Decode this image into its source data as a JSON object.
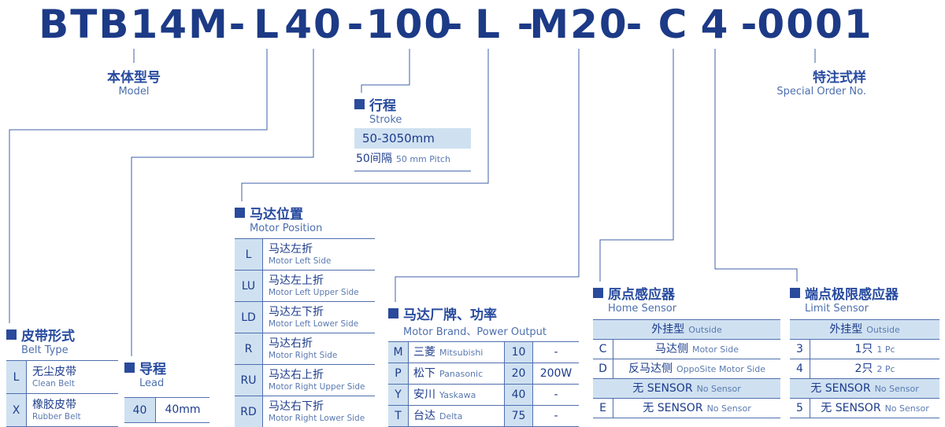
{
  "colors": {
    "primary_blue": "#1c3a86",
    "cell_blue": "#cfe1f1",
    "line_blue": "#3f5fa8"
  },
  "model_code": {
    "segments": [
      "BTB14M",
      "-",
      "L",
      "40",
      "-",
      "100",
      "-",
      "L",
      "-",
      "M20",
      "-",
      "C",
      "4",
      "-",
      "0001"
    ]
  },
  "model_label": {
    "zh": "本体型号",
    "en": "Model"
  },
  "special_order_label": {
    "zh": "特注式样",
    "en": "Special Order No."
  },
  "stroke": {
    "heading_zh": "行程",
    "heading_en": "Stroke",
    "range": "50-3050mm",
    "pitch_zh": "50间隔",
    "pitch_en": "50 mm Pitch"
  },
  "motor_position": {
    "heading_zh": "马达位置",
    "heading_en": "Motor Position",
    "rows": [
      {
        "code": "L",
        "zh": "马达左折",
        "en": "Motor Left Side"
      },
      {
        "code": "LU",
        "zh": "马达左上折",
        "en": "Motor Left Upper Side"
      },
      {
        "code": "LD",
        "zh": "马达左下折",
        "en": "Motor Left Lower Side"
      },
      {
        "code": "R",
        "zh": "马达右折",
        "en": "Motor Right Side"
      },
      {
        "code": "RU",
        "zh": "马达右上折",
        "en": "Motor Right Upper Side"
      },
      {
        "code": "RD",
        "zh": "马达右下折",
        "en": "Motor Right Lower Side"
      }
    ]
  },
  "belt_type": {
    "heading_zh": "皮带形式",
    "heading_en": "Belt Type",
    "rows": [
      {
        "code": "L",
        "zh": "无尘皮带",
        "en": "Clean Belt"
      },
      {
        "code": "X",
        "zh": "橡胶皮带",
        "en": "Rubber Belt"
      }
    ]
  },
  "lead": {
    "heading_zh": "导程",
    "heading_en": "Lead",
    "code": "40",
    "value": "40mm"
  },
  "motor_brand": {
    "heading_zh": "马达厂牌、功率",
    "heading_en": "Motor Brand、Power Output",
    "rows": [
      {
        "code": "M",
        "brand_zh": "三菱",
        "brand_en": "Mitsubishi",
        "power_code": "10",
        "power": "-"
      },
      {
        "code": "P",
        "brand_zh": "松下",
        "brand_en": "Panasonic",
        "power_code": "20",
        "power": "200W"
      },
      {
        "code": "Y",
        "brand_zh": "安川",
        "brand_en": "Yaskawa",
        "power_code": "40",
        "power": "-"
      },
      {
        "code": "T",
        "brand_zh": "台达",
        "brand_en": "Delta",
        "power_code": "75",
        "power": "-"
      }
    ]
  },
  "home_sensor": {
    "heading_zh": "原点感应器",
    "heading_en": "Home Sensor",
    "group_outside_zh": "外挂型",
    "group_outside_en": "Outside",
    "rows": [
      {
        "code": "C",
        "zh": "马达侧",
        "en": "Motor Side"
      },
      {
        "code": "D",
        "zh": "反马达侧",
        "en": "OppoSite Motor Side"
      }
    ],
    "group_none_zh": "无 SENSOR",
    "group_none_en": "No Sensor",
    "rows_none": [
      {
        "code": "E",
        "zh": "无 SENSOR",
        "en": "No Sensor"
      }
    ]
  },
  "limit_sensor": {
    "heading_zh": "端点极限感应器",
    "heading_en": "Limit Sensor",
    "group_outside_zh": "外挂型",
    "group_outside_en": "Outside",
    "rows": [
      {
        "code": "3",
        "zh": "1只",
        "en": "1 Pc"
      },
      {
        "code": "4",
        "zh": "2只",
        "en": "2 Pc"
      }
    ],
    "group_none_zh": "无 SENSOR",
    "group_none_en": "No Sensor",
    "rows_none": [
      {
        "code": "5",
        "zh": "无 SENSOR",
        "en": "No Sensor"
      }
    ]
  }
}
